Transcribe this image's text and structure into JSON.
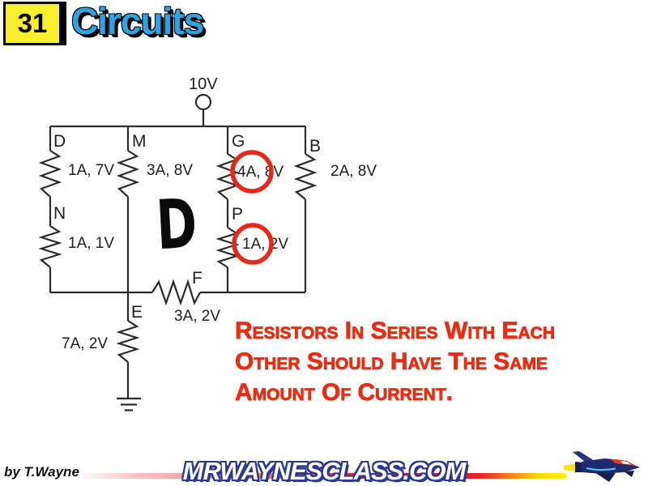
{
  "header": {
    "slide_number": "31",
    "title": "Circuits"
  },
  "circuit": {
    "supply": {
      "label": "10V"
    },
    "highlight_letter": "D",
    "resistors": [
      {
        "node": "D",
        "value": "1A, 7V",
        "circled": false
      },
      {
        "node": "M",
        "value": "3A, 8V",
        "circled": false
      },
      {
        "node": "G",
        "value": "4A, 8V",
        "circled": true
      },
      {
        "node": "B",
        "value": "2A, 8V",
        "circled": false
      },
      {
        "node": "N",
        "value": "1A, 1V",
        "circled": false
      },
      {
        "node": "P",
        "value": "1A, 2V",
        "circled": true
      },
      {
        "node": "F",
        "value": "3A, 2V",
        "circled": false
      },
      {
        "node": "E",
        "value": "7A, 2V",
        "circled": false
      }
    ]
  },
  "note": {
    "lines": [
      "Resistors in series with each",
      "other should have the same",
      "amount of current."
    ]
  },
  "footer": {
    "credit": "by T.Wayne",
    "site": "MRWAYNESCLASS.COM"
  },
  "icons": {
    "footer_logo": "jet-icon",
    "supply_terminal": "terminal-circle-icon",
    "ground": "ground-icon"
  },
  "colors": {
    "badge_yellow": "#f8ee2e",
    "title_blue": "#2fa3e0",
    "emphasis_circle_red": "#e42a1b",
    "note_red": "#ea2c12",
    "site_navy": "#2b3990",
    "swoosh_red": "#ec1c24",
    "swoosh_yellow": "#fff200"
  }
}
